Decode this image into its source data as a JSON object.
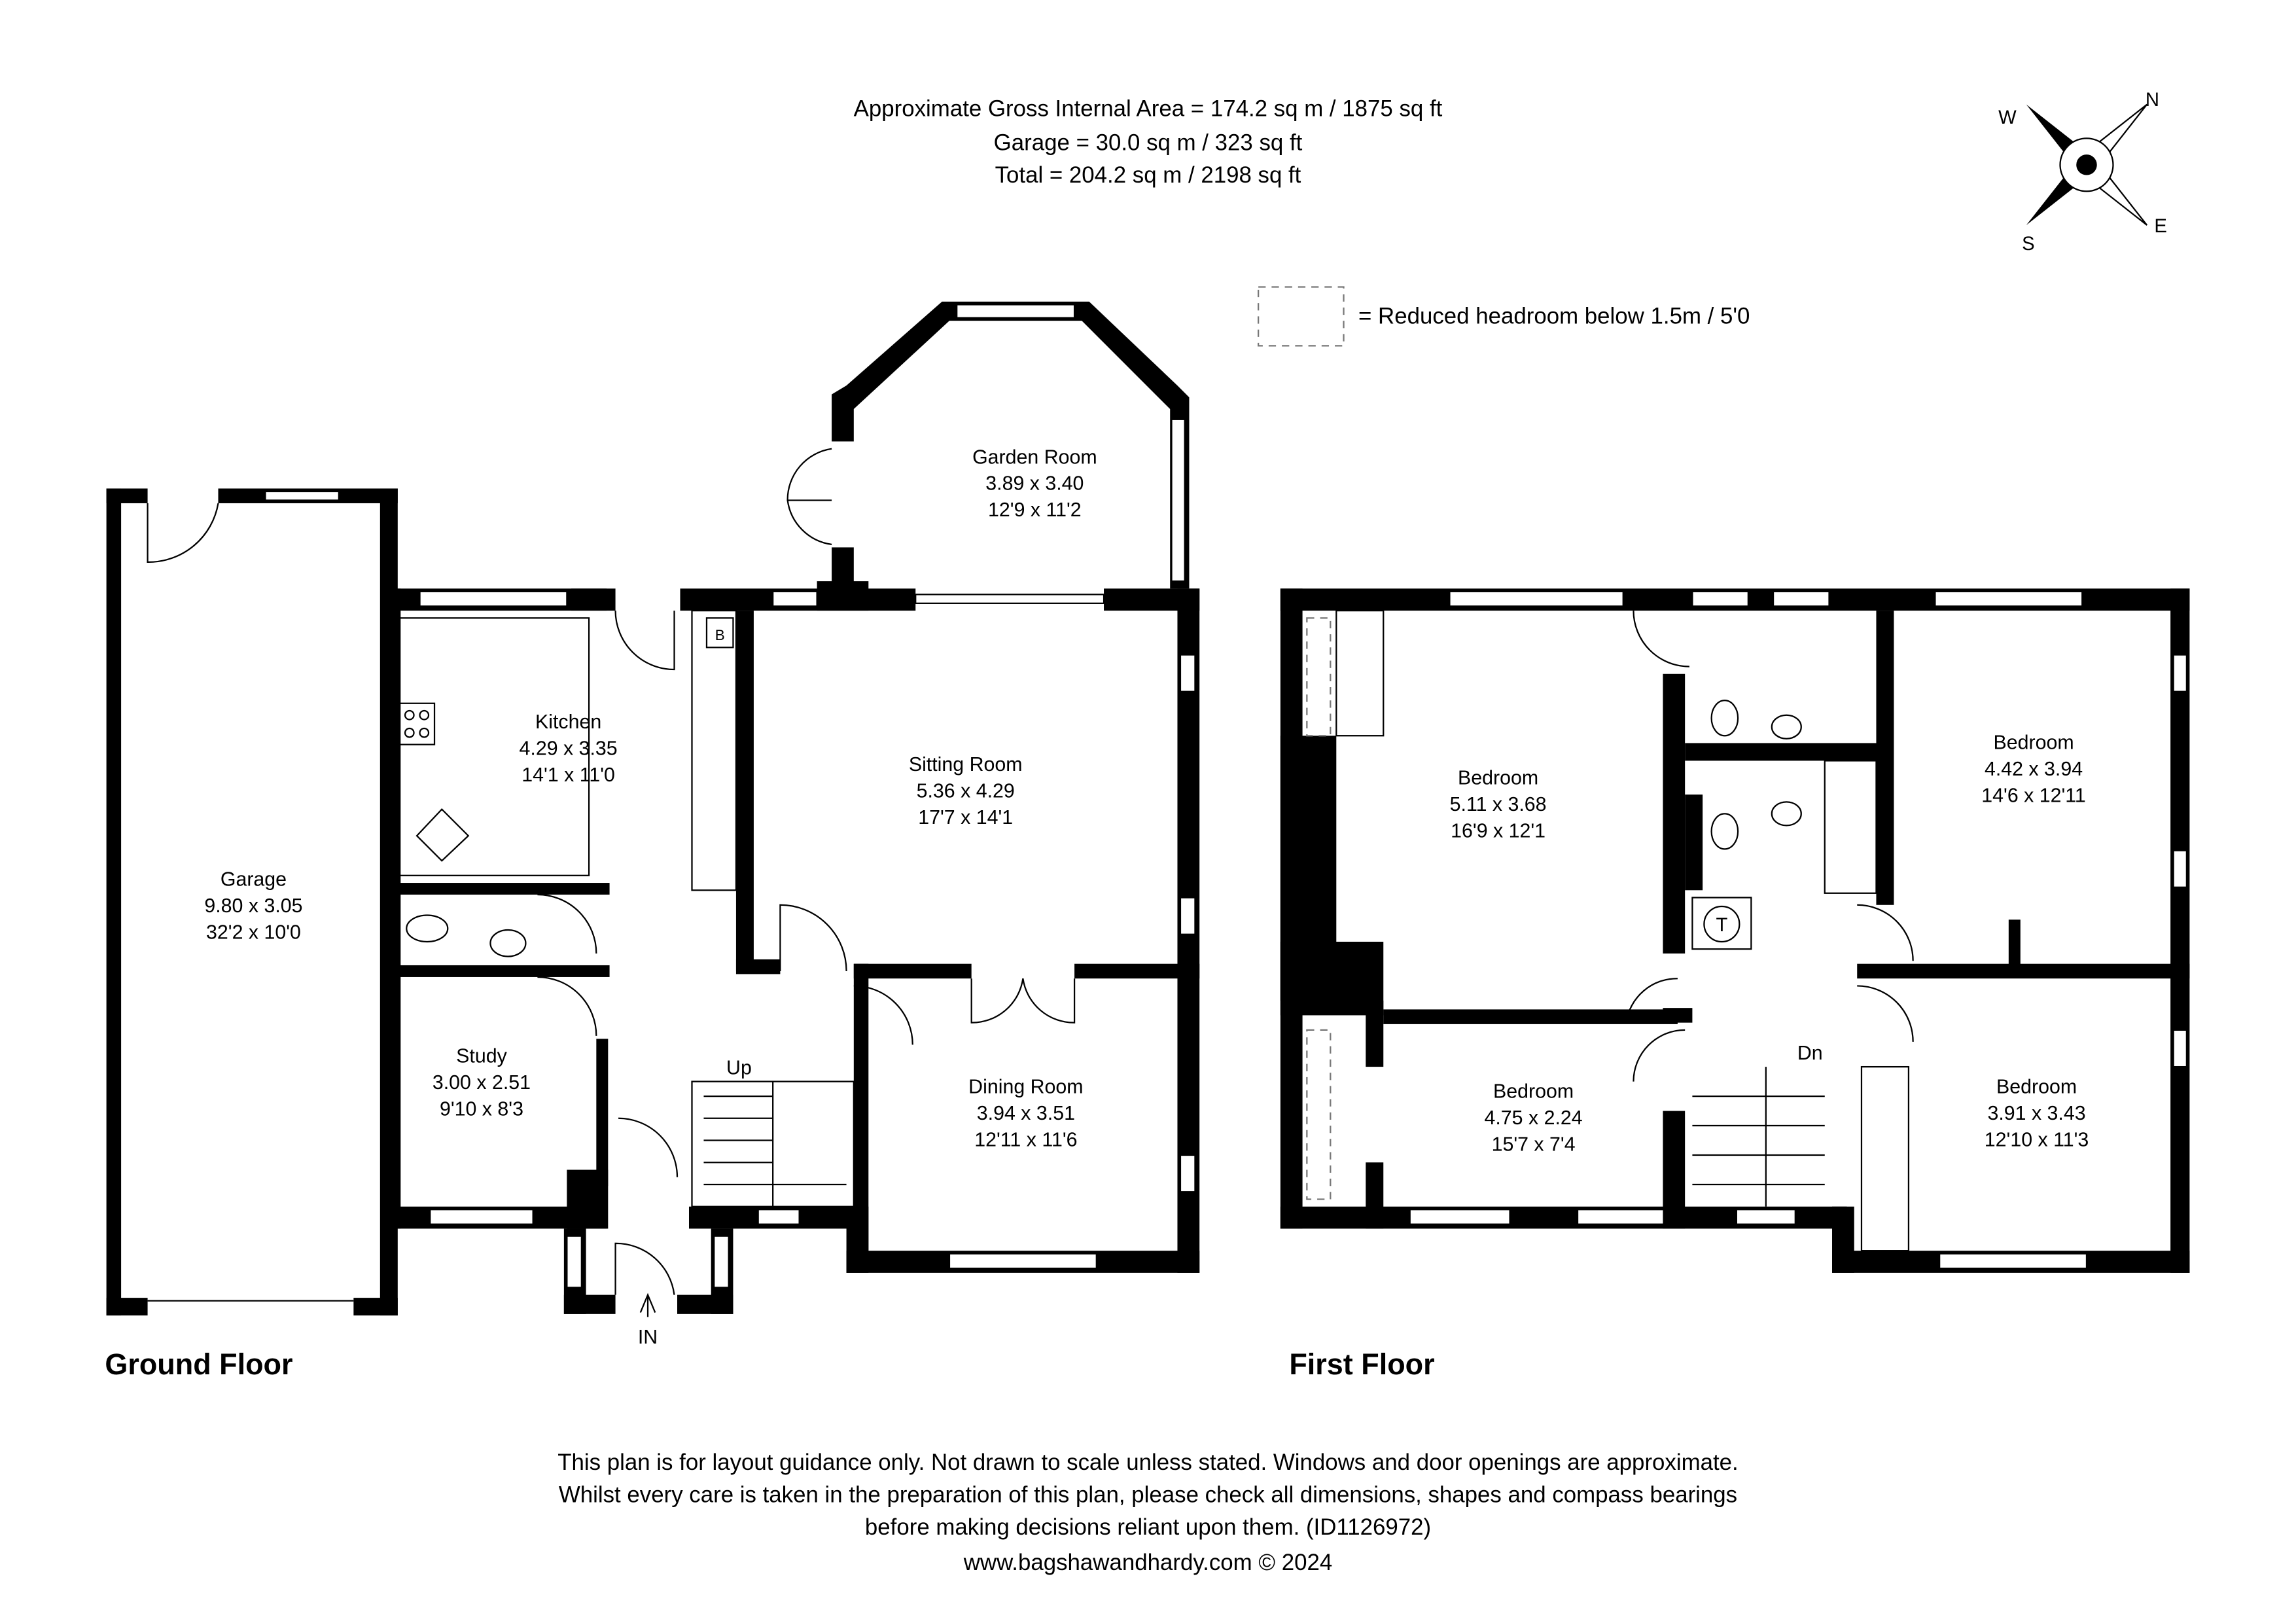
{
  "header": {
    "gross_area": "Approximate Gross Internal Area = 174.2 sq m / 1875 sq ft",
    "garage_area": "Garage = 30.0 sq m / 323 sq ft",
    "total_area": "Total = 204.2 sq m / 2198 sq ft"
  },
  "legend": {
    "reduced_headroom": "= Reduced headroom below 1.5m / 5'0"
  },
  "compass": {
    "n": "N",
    "e": "E",
    "s": "S",
    "w": "W"
  },
  "ground_floor": {
    "label": "Ground Floor",
    "rooms": [
      {
        "name": "Garage",
        "metric": "9.80 x 3.05",
        "imperial": "32'2 x 10'0"
      },
      {
        "name": "Kitchen",
        "metric": "4.29 x 3.35",
        "imperial": "14'1 x 11'0"
      },
      {
        "name": "Garden Room",
        "metric": "3.89 x 3.40",
        "imperial": "12'9 x 11'2"
      },
      {
        "name": "Sitting Room",
        "metric": "5.36 x 4.29",
        "imperial": "17'7 x 14'1"
      },
      {
        "name": "Study",
        "metric": "3.00 x 2.51",
        "imperial": "9'10 x 8'3"
      },
      {
        "name": "Dining Room",
        "metric": "3.94 x 3.51",
        "imperial": "12'11 x 11'6"
      }
    ],
    "stairs_label": "Up",
    "entrance_label": "IN",
    "boiler_label": "B"
  },
  "first_floor": {
    "label": "First Floor",
    "rooms": [
      {
        "name": "Bedroom",
        "metric": "5.11 x 3.68",
        "imperial": "16'9 x 12'1"
      },
      {
        "name": "Bedroom",
        "metric": "4.42 x 3.94",
        "imperial": "14'6 x 12'11"
      },
      {
        "name": "Bedroom",
        "metric": "4.75 x 2.24",
        "imperial": "15'7 x 7'4"
      },
      {
        "name": "Bedroom",
        "metric": "3.91 x 3.43",
        "imperial": "12'10 x 11'3"
      }
    ],
    "stairs_label": "Dn",
    "tank_label": "T"
  },
  "footer": {
    "line1": "This plan is for layout guidance only. Not drawn to scale unless stated. Windows and door openings are approximate.",
    "line2": "Whilst every care is taken in the preparation of this plan, please check all dimensions, shapes and compass bearings",
    "line3": "before making decisions reliant upon them. (ID1126972)",
    "line4": "www.bagshawandhardy.com © 2024"
  }
}
